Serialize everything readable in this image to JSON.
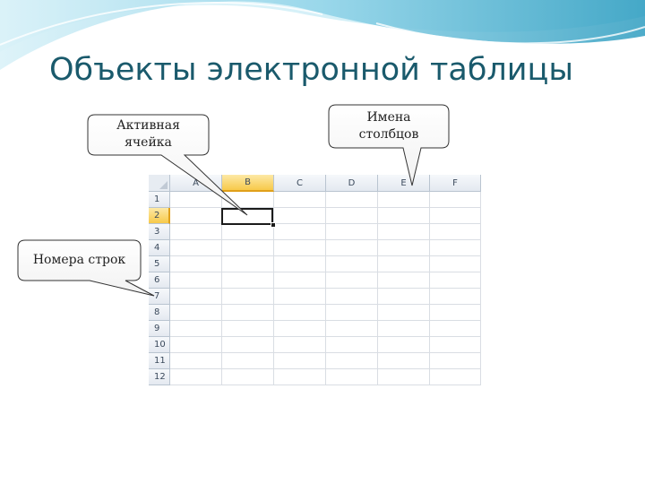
{
  "slide": {
    "title": "Объекты электронной таблицы"
  },
  "callouts": {
    "active_cell": {
      "line1": "Активная",
      "line2": "ячейка"
    },
    "column_names": {
      "line1": "Имена",
      "line2": "столбцов"
    },
    "row_numbers": {
      "label": "Номера строк"
    }
  },
  "spreadsheet": {
    "columns": [
      "A",
      "B",
      "C",
      "D",
      "E",
      "F"
    ],
    "rows": [
      "1",
      "2",
      "3",
      "4",
      "5",
      "6",
      "7",
      "8",
      "9",
      "10",
      "11",
      "12"
    ],
    "active_column": "B",
    "active_row": "2"
  },
  "colors": {
    "title": "#1a5a6c",
    "swoosh_light": "#bfe8f3",
    "swoosh_dark": "#3aa4c4",
    "header_highlight": "#f7c94a"
  }
}
